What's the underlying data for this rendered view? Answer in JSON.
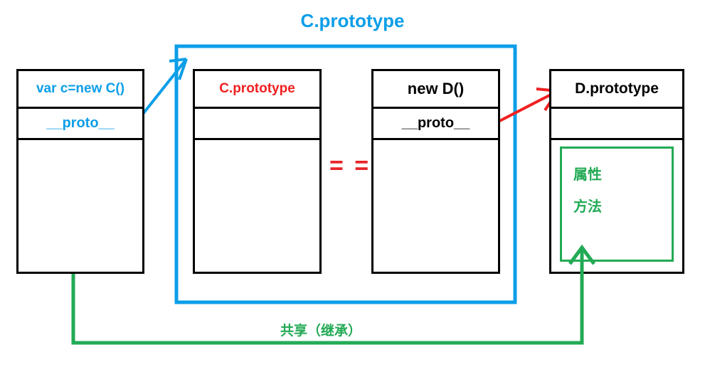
{
  "title": {
    "text": "C.prototype",
    "color": "#0d9ee8"
  },
  "colors": {
    "blue": "#0d9ee8",
    "red": "#f02020",
    "equals_red": "#e8262a",
    "green": "#22aa55",
    "black": "#000000",
    "background": "#ffffff"
  },
  "boxes": [
    {
      "id": "instance-c",
      "title": "var c=new C()",
      "title_color": "#0d9ee8",
      "proto": "__proto__",
      "proto_color": "#0d9ee8"
    },
    {
      "id": "c-prototype",
      "title": "C.prototype",
      "title_color": "#f02020",
      "proto": "",
      "proto_color": "#000000"
    },
    {
      "id": "new-d",
      "title": "new D()",
      "title_color": "#000000",
      "proto": "__proto__",
      "proto_color": "#000000"
    },
    {
      "id": "d-prototype",
      "title": "D.prototype",
      "title_color": "#000000",
      "proto": "",
      "proto_color": "#000000"
    }
  ],
  "equality": {
    "symbol": "= ="
  },
  "green_panel": {
    "line1": "属性",
    "line2": "方法",
    "color": "#22aa55"
  },
  "share_label": {
    "text": "共享（继承）",
    "color": "#22aa55"
  },
  "arrows": [
    {
      "name": "proto-to-c-prototype",
      "color": "#0d9ee8"
    },
    {
      "name": "d-proto-to-d-prototype",
      "color": "#f02020"
    },
    {
      "name": "shared-inheritance",
      "color": "#22aa55"
    }
  ],
  "grouping_rect": {
    "name": "c-prototype-group",
    "color": "#0d9ee8"
  }
}
